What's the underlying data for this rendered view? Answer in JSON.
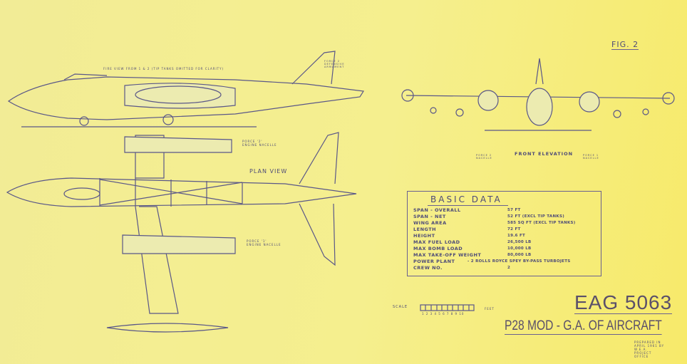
{
  "figure_label": "FIG. 2",
  "views": {
    "plan_view": "PLAN VIEW",
    "front_elevation": "FRONT ELEVATION"
  },
  "annotations": {
    "side_note": "FIRE VIEW FROM 1 & 2 (TIP TANKS OMITTED FOR CLARITY)",
    "tail_note": "FORCE 2 DEFENSIVE ARMAMENT",
    "pod2_plan": "PORCE '2' ENGINE NACELLE",
    "pod1_plan": "PORCE '1' ENGINE NACELLE",
    "front_left": "PORCE 2 NACELLE",
    "front_right": "PORCE 1 NACELLE"
  },
  "basic_data": {
    "title": "BASIC DATA",
    "rows": [
      {
        "label": "SPAN - OVERALL",
        "value": "57 FT"
      },
      {
        "label": "SPAN - NET",
        "value": "52 FT (EXCL TIP TANKS)"
      },
      {
        "label": "WING AREA",
        "value": "585 SQ FT (EXCL TIP TANKS)"
      },
      {
        "label": "LENGTH",
        "value": "72 FT"
      },
      {
        "label": "HEIGHT",
        "value": "19.6 FT"
      },
      {
        "label": "MAX FUEL LOAD",
        "value": "26,500 LB"
      },
      {
        "label": "MAX BOMB LOAD",
        "value": "10,000 LB"
      },
      {
        "label": "MAX TAKE-OFF WEIGHT",
        "value": "80,000 LB"
      },
      {
        "label": "POWER PLANT",
        "value": "- 2 ROLLS ROYCE SPEY BY-PASS TURBOJETS"
      },
      {
        "label": "CREW NO.",
        "value": "2"
      }
    ]
  },
  "scale": {
    "label": "SCALE",
    "ticks": "1 2 3 4 5 6 7 8 9 10",
    "unit": "FEET"
  },
  "drawing_number": "EAG 5063",
  "drawing_title": "P28 MOD - G.A. OF AIRCRAFT",
  "prepared_note": "PREPARED IN APRIL 1961 BY W.E.A. PROJECT OFFICE"
}
